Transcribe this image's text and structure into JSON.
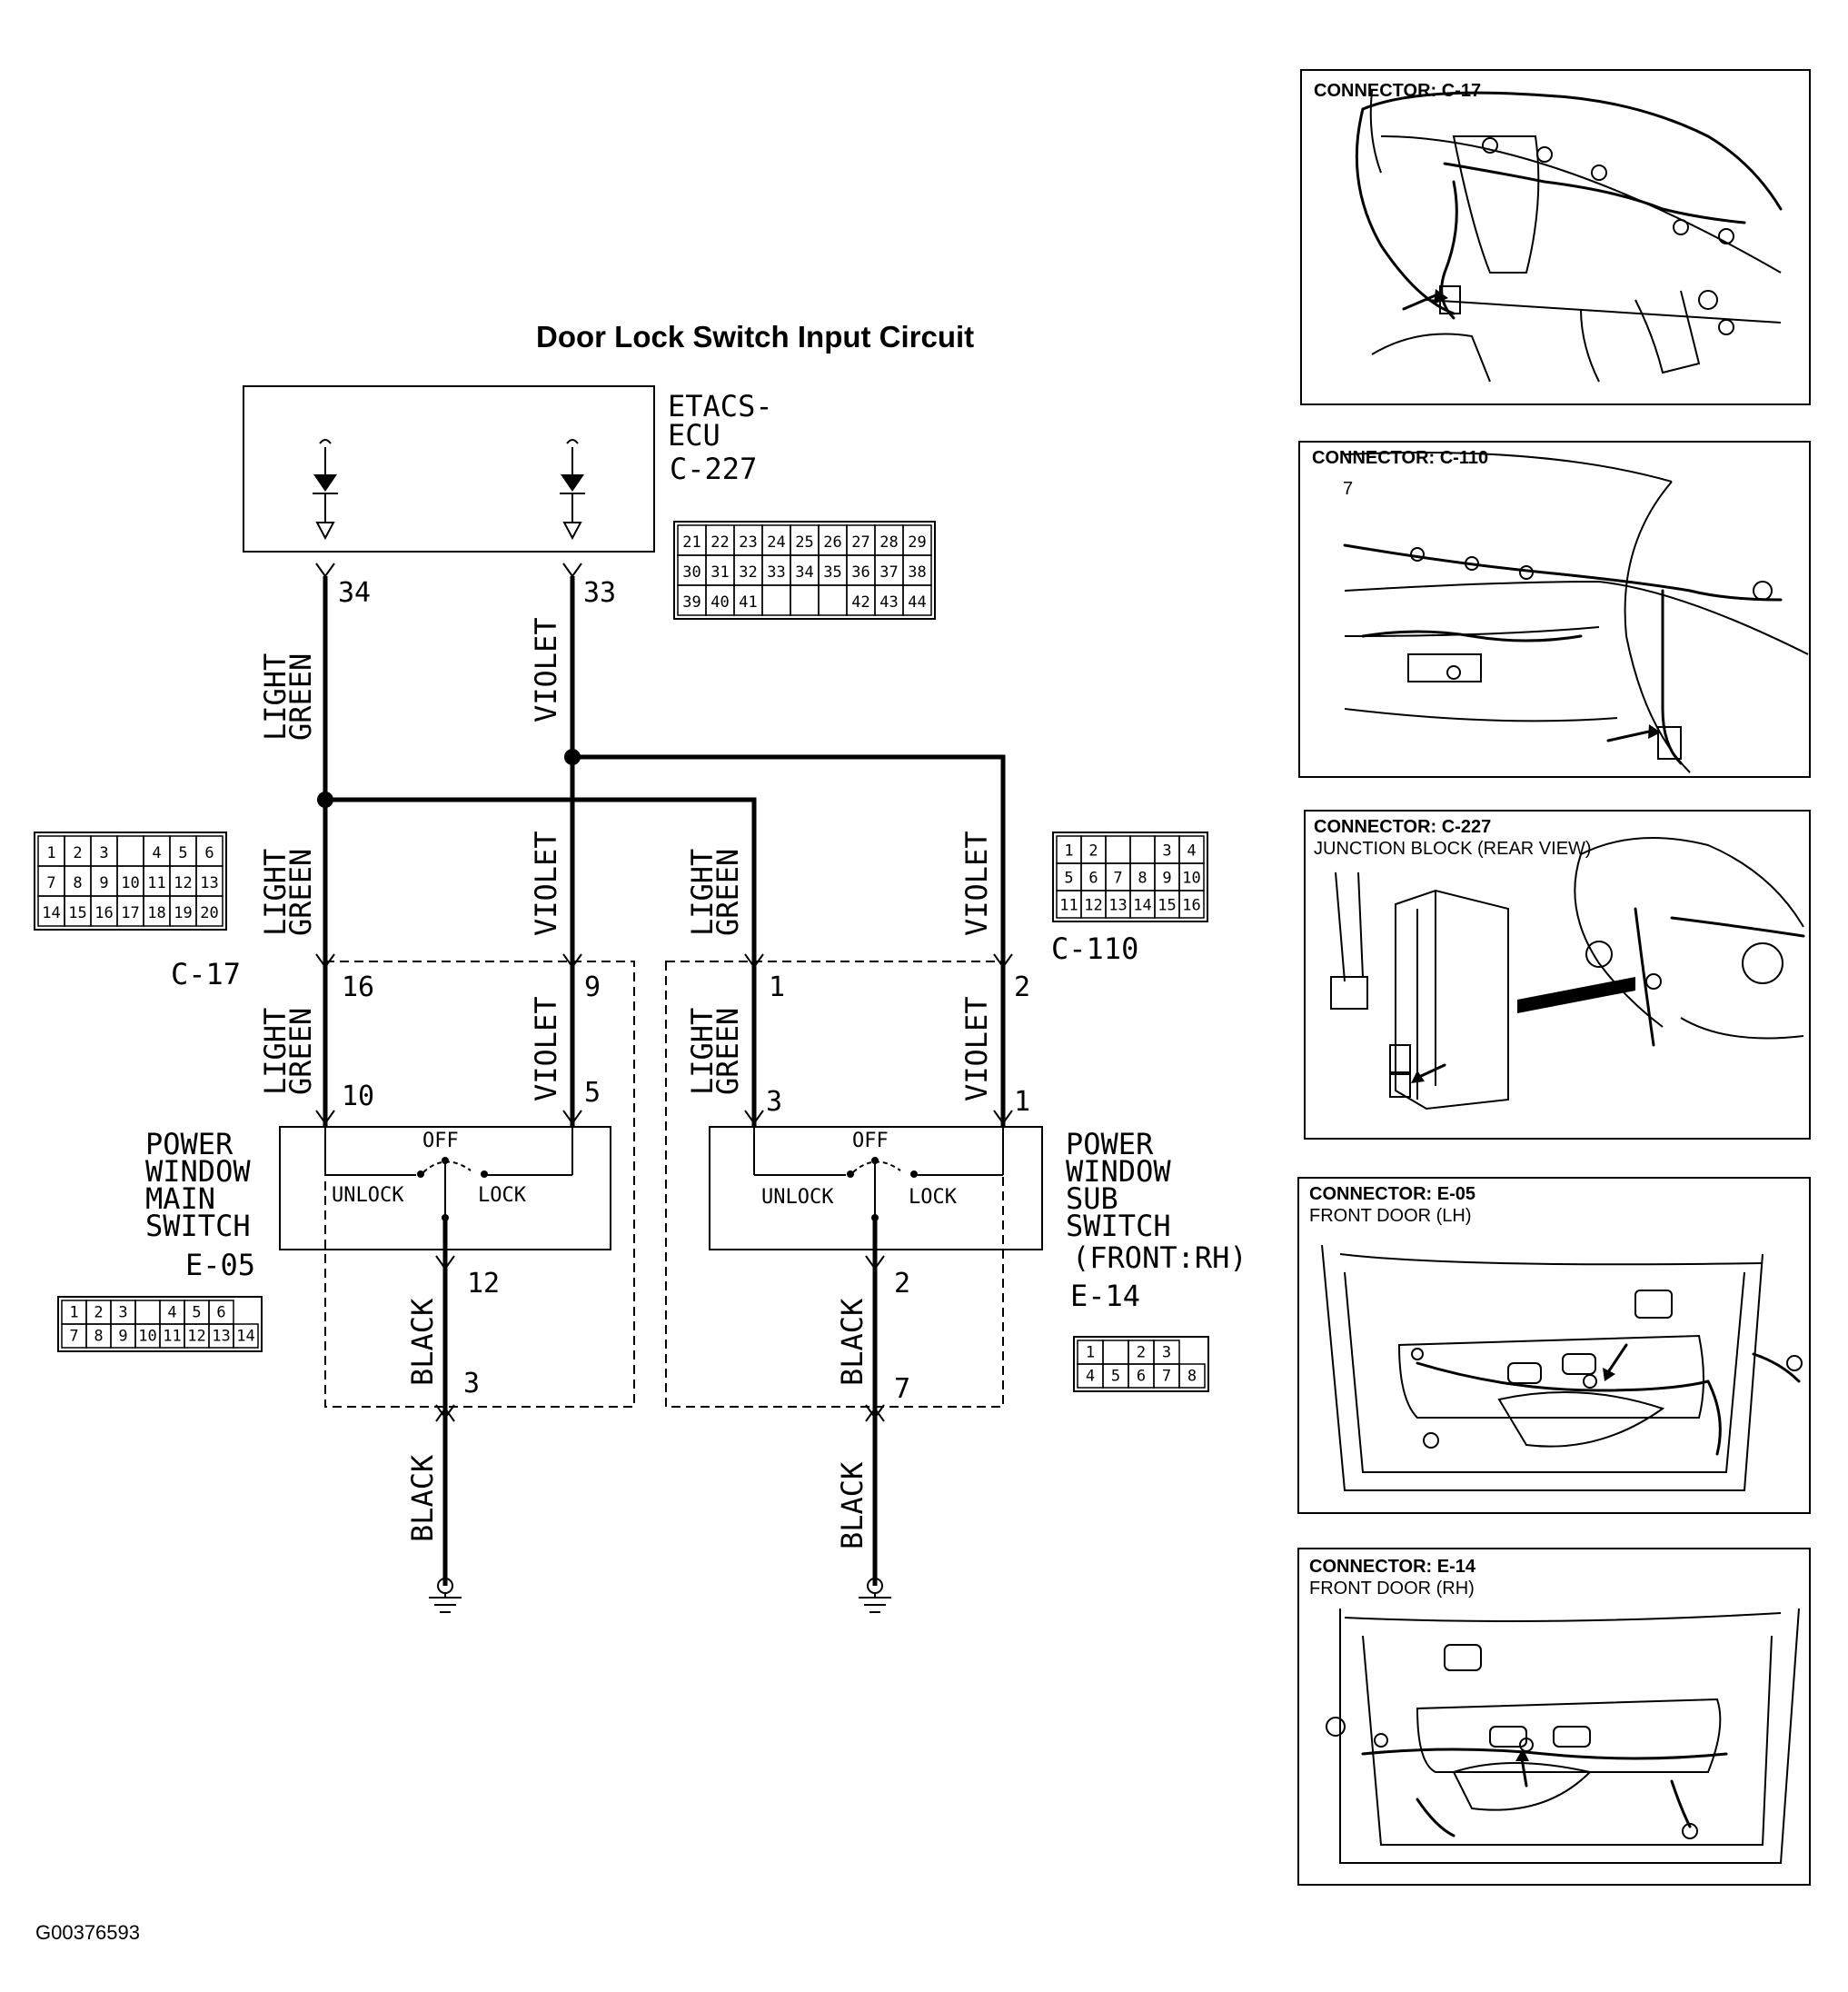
{
  "title": "Door Lock Switch Input Circuit",
  "etacs": {
    "line1": "ETACS-",
    "line2": "ECU",
    "connector": "C-227",
    "pin_a": "34",
    "pin_b": "33"
  },
  "wires": {
    "light": "LIGHT",
    "green": "GREEN",
    "violet": "VIOLET",
    "black": "BLACK"
  },
  "c17": {
    "label": "C-17",
    "pin_a": "16",
    "pin_b": "9",
    "rows": [
      [
        "1",
        "2",
        "3",
        "",
        "4",
        "5",
        "6"
      ],
      [
        "7",
        "8",
        "9",
        "10",
        "11",
        "12",
        "13"
      ],
      [
        "14",
        "15",
        "16",
        "17",
        "18",
        "19",
        "20"
      ]
    ]
  },
  "c110": {
    "label": "C-110",
    "pin_a": "1",
    "pin_b": "2",
    "rows": [
      [
        "1",
        "2",
        "",
        "",
        "3",
        "4"
      ],
      [
        "5",
        "6",
        "7",
        "8",
        "9",
        "10"
      ],
      [
        "11",
        "12",
        "13",
        "14",
        "15",
        "16"
      ]
    ]
  },
  "c227_grid": {
    "rows": [
      [
        "21",
        "22",
        "23",
        "24",
        "25",
        "26",
        "27",
        "28",
        "29"
      ],
      [
        "30",
        "31",
        "32",
        "33",
        "34",
        "35",
        "36",
        "37",
        "38"
      ],
      [
        "39",
        "40",
        "41",
        "",
        "",
        "",
        "42",
        "43",
        "44"
      ]
    ]
  },
  "main_switch": {
    "line1": "POWER",
    "line2": "WINDOW",
    "line3": "MAIN",
    "line4": "SWITCH",
    "connector": "E-05",
    "off": "OFF",
    "unlock": "UNLOCK",
    "lock": "LOCK",
    "pin_unlock": "10",
    "pin_lock": "5",
    "pin_gnd": "12",
    "pin_out": "3",
    "rows": [
      [
        "1",
        "2",
        "3",
        "",
        "4",
        "5",
        "6"
      ],
      [
        "7",
        "8",
        "9",
        "10",
        "11",
        "12",
        "13",
        "14"
      ]
    ]
  },
  "sub_switch": {
    "line1": "POWER",
    "line2": "WINDOW",
    "line3": "SUB",
    "line4": "SWITCH",
    "line5": "(FRONT:RH)",
    "connector": "E-14",
    "off": "OFF",
    "unlock": "UNLOCK",
    "lock": "LOCK",
    "pin_unlock": "3",
    "pin_lock": "1",
    "pin_gnd": "2",
    "pin_out": "7",
    "rows": [
      [
        "1",
        "",
        "2",
        "3"
      ],
      [
        "4",
        "5",
        "6",
        "7",
        "8"
      ]
    ]
  },
  "panels": [
    {
      "header": "CONNECTOR: C-17",
      "subtitle": ""
    },
    {
      "header": "CONNECTOR: C-110",
      "subtitle": "",
      "callout": "7"
    },
    {
      "header": "CONNECTOR: C-227",
      "subtitle": "JUNCTION BLOCK (REAR VIEW)"
    },
    {
      "header": "CONNECTOR: E-05",
      "subtitle": "FRONT DOOR (LH)"
    },
    {
      "header": "CONNECTOR: E-14",
      "subtitle": "FRONT DOOR (RH)"
    }
  ],
  "footer_id": "G00376593"
}
